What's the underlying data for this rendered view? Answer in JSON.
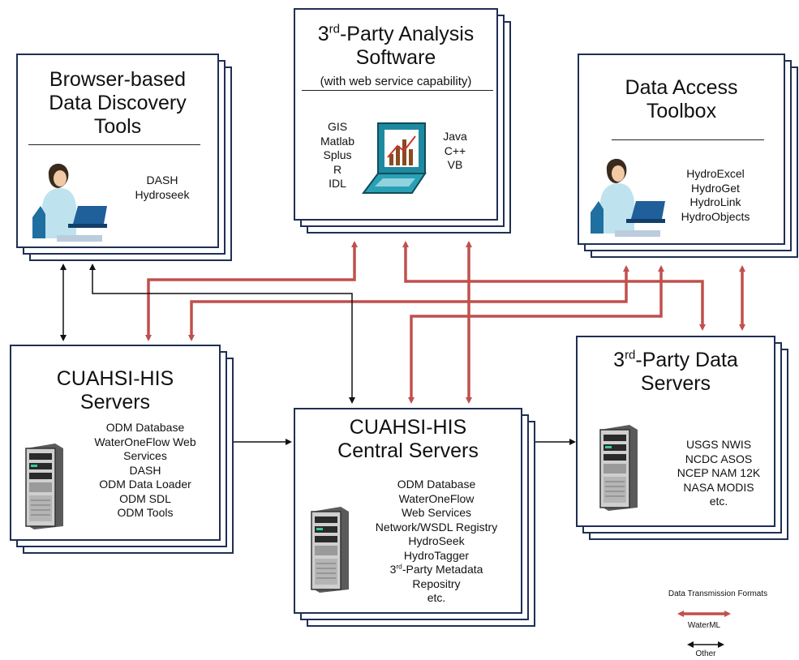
{
  "boxes": {
    "browser": {
      "title_lines": [
        "Browser-based",
        "Data Discovery",
        "Tools"
      ],
      "items": [
        "DASH",
        "Hydroseek"
      ]
    },
    "analysis": {
      "title_prefix": "3",
      "title_sup": "rd",
      "title_rest": "-Party Analysis",
      "title_line2": "Software",
      "subtitle": "(with web service capability)",
      "left_items": [
        "GIS",
        "Matlab",
        "Splus",
        "R",
        "IDL"
      ],
      "right_items": [
        "Java",
        "C++",
        "VB"
      ]
    },
    "toolbox": {
      "title_lines": [
        "Data Access",
        "Toolbox"
      ],
      "items": [
        "HydroExcel",
        "HydroGet",
        "HydroLink",
        "HydroObjects"
      ]
    },
    "his_servers": {
      "title_lines": [
        "CUAHSI-HIS",
        "Servers"
      ],
      "items": [
        "ODM Database",
        "WaterOneFlow Web",
        "Services",
        "DASH",
        "ODM Data Loader",
        "ODM SDL",
        "ODM Tools"
      ]
    },
    "central": {
      "title_lines": [
        "CUAHSI-HIS",
        "Central Servers"
      ],
      "items": [
        "ODM Database",
        "WaterOneFlow",
        "Web Services",
        "Network/WSDL Registry",
        "HydroSeek",
        "HydroTagger"
      ],
      "item_sup_prefix": "3",
      "item_sup": "rd",
      "item_sup_rest": "-Party Metadata",
      "items_after": [
        "Repositry",
        "etc."
      ]
    },
    "third_party_data": {
      "title_prefix": "3",
      "title_sup": "rd",
      "title_rest": "-Party Data",
      "title_line2": "Servers",
      "items": [
        "USGS NWIS",
        "NCDC ASOS",
        "NCEP NAM 12K",
        "NASA MODIS",
        "etc."
      ]
    }
  },
  "legend": {
    "title": "Data Transmission Formats",
    "waterml_label": "WaterML",
    "other_label": "Other"
  },
  "colors": {
    "box_border": "#1f2f55",
    "waterml_arrow": "#c0504d",
    "other_arrow": "#111111"
  },
  "icons": {
    "person_at_laptop": "person-at-laptop-icon",
    "chart_laptop": "chart-laptop-icon",
    "server_tower": "server-tower-icon"
  }
}
